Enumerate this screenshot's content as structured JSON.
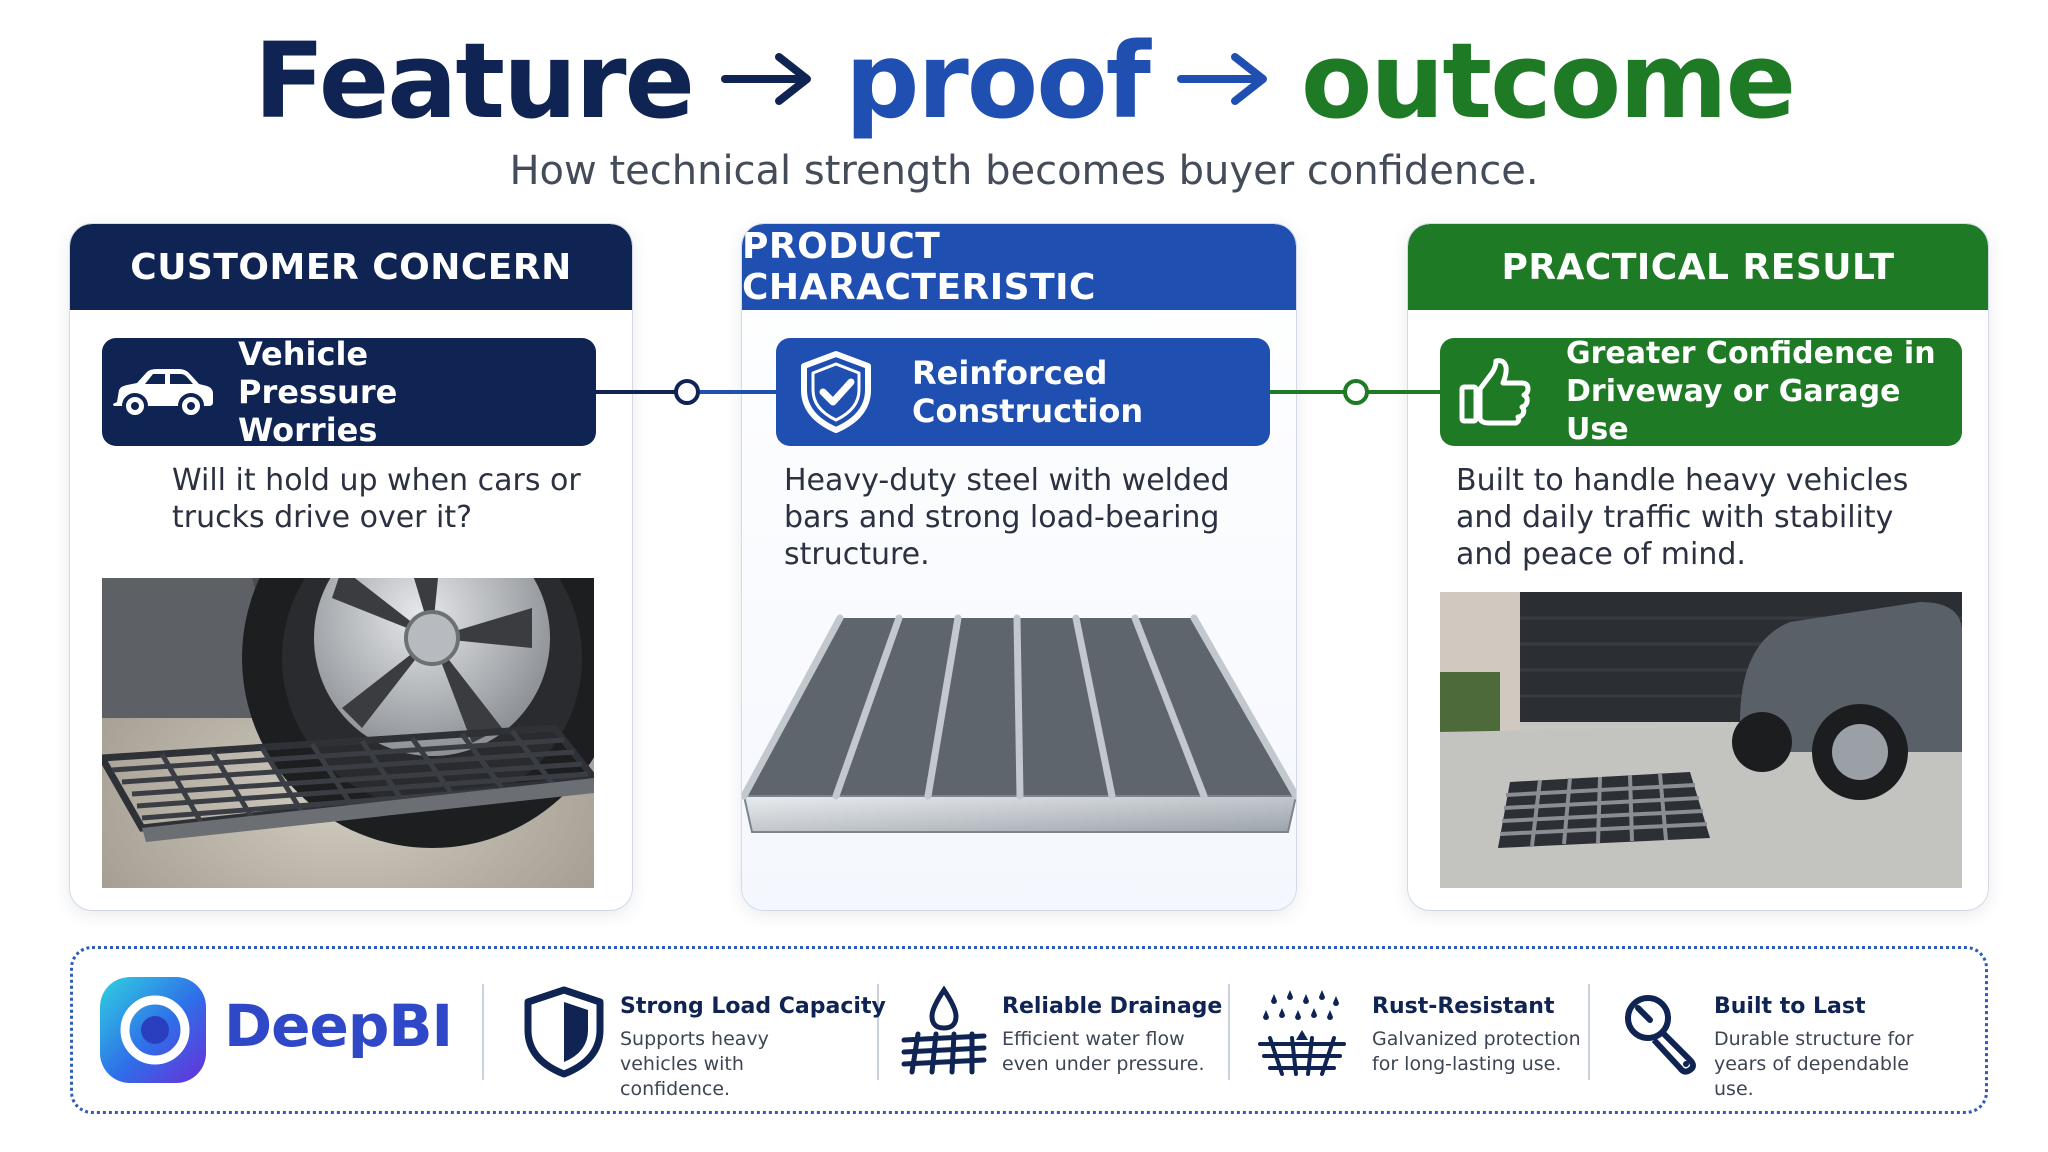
{
  "headline": {
    "word1": "Feature",
    "word2": "proof",
    "word3": "outcome",
    "subtitle": "How technical strength becomes buyer confidence."
  },
  "colors": {
    "navy": "#0f2452",
    "blue": "#1f4fb0",
    "green": "#1f7a25",
    "brand": "#2f48c7"
  },
  "columns": [
    {
      "header": "CUSTOMER CONCERN",
      "pill_label": "Vehicle Pressure Worries",
      "pill_icon": "car-icon",
      "body": "Will it hold up when cars or trucks drive over it?",
      "photo": "tire-on-grate-photo"
    },
    {
      "header": "PRODUCT CHARACTERISTIC",
      "pill_label": "Reinforced Construction",
      "pill_icon": "shield-check-icon",
      "body": "Heavy-duty steel with welded bars and strong load-bearing structure.",
      "photo": "steel-grate-photo"
    },
    {
      "header": "PRACTICAL RESULT",
      "pill_label": "Greater Confidence in Driveway or Garage Use",
      "pill_icon": "thumbs-up-icon",
      "body": "Built to handle heavy vehicles and daily traffic with stability and peace of mind.",
      "photo": "driveway-grate-photo"
    }
  ],
  "footer": {
    "brand": "DeepBI",
    "features": [
      {
        "title": "Strong Load Capacity",
        "desc": "Supports heavy vehicles with confidence.",
        "icon": "shield-icon"
      },
      {
        "title": "Reliable Drainage",
        "desc": "Efficient water flow even under pressure.",
        "icon": "water-drop-grate-icon"
      },
      {
        "title": "Rust-Resistant",
        "desc": "Galvanized protection for long-lasting use.",
        "icon": "rain-grate-icon"
      },
      {
        "title": "Built to Last",
        "desc": "Durable structure for years of dependable use.",
        "icon": "wrench-icon"
      }
    ]
  }
}
